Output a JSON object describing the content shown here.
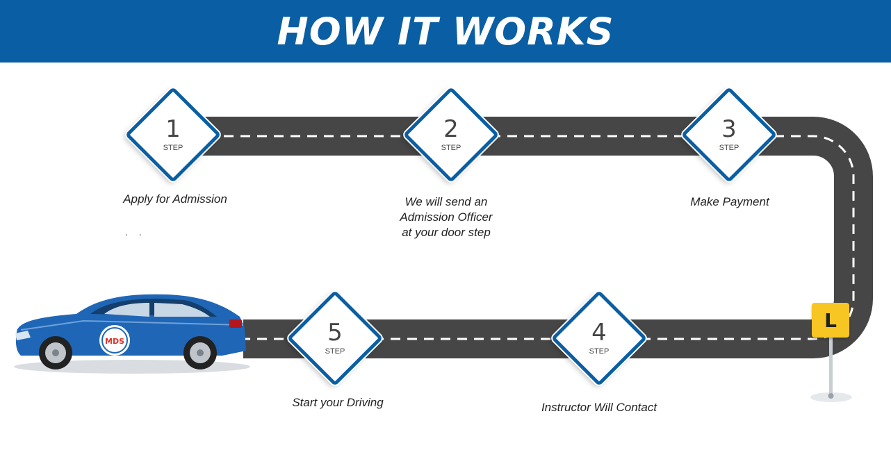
{
  "header": {
    "title": "HOW IT WORKS"
  },
  "colors": {
    "brand_blue": "#0a5ea3",
    "road": "#464646",
    "sign_yellow": "#f7c623"
  },
  "steps": [
    {
      "number": "1",
      "word": "STEP",
      "caption": "Apply for Admission"
    },
    {
      "number": "2",
      "word": "STEP",
      "caption": "We will send an\nAdmission Officer\nat your door step"
    },
    {
      "number": "3",
      "word": "STEP",
      "caption": "Make Payment"
    },
    {
      "number": "4",
      "word": "STEP",
      "caption": "Instructor Will Contact"
    },
    {
      "number": "5",
      "word": "STEP",
      "caption": "Start your Driving"
    }
  ],
  "decor": {
    "dots": ". .",
    "sign_letter": "L",
    "car_badge": "MDS"
  }
}
